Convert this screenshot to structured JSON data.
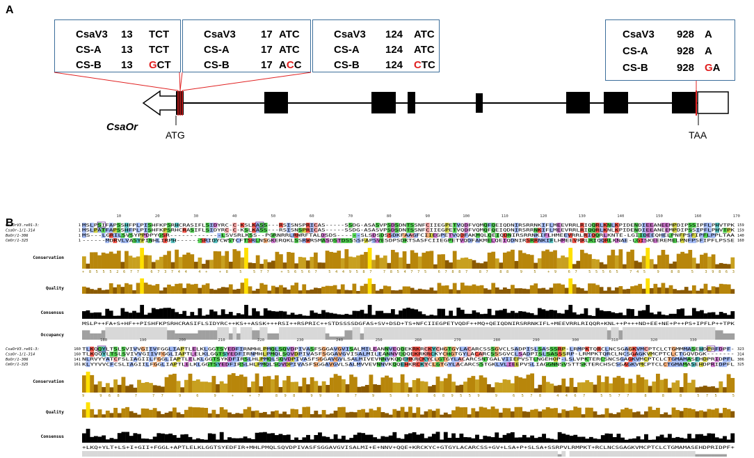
{
  "panel_a": {
    "label": "A",
    "boxes": [
      {
        "rows": [
          {
            "name": "CsaV3",
            "pos": "13",
            "seq": [
              {
                "t": "TCT",
                "mut": false
              }
            ]
          },
          {
            "name": "CS-A",
            "pos": "13",
            "seq": [
              {
                "t": "TCT",
                "mut": false
              }
            ]
          },
          {
            "name": "CS-B",
            "pos": "13",
            "seq": [
              {
                "t": "G",
                "mut": true
              },
              {
                "t": "CT",
                "mut": false
              }
            ]
          }
        ]
      },
      {
        "rows": [
          {
            "name": "CsaV3",
            "pos": "17",
            "seq": [
              {
                "t": "ATC",
                "mut": false
              }
            ]
          },
          {
            "name": "CS-A",
            "pos": "17",
            "seq": [
              {
                "t": "ATC",
                "mut": false
              }
            ]
          },
          {
            "name": "CS-B",
            "pos": "17",
            "seq": [
              {
                "t": "A",
                "mut": false
              },
              {
                "t": "C",
                "mut": true
              },
              {
                "t": "C",
                "mut": false
              }
            ]
          }
        ]
      },
      {
        "rows": [
          {
            "name": "CsaV3",
            "pos": "124",
            "seq": [
              {
                "t": "ATC",
                "mut": false
              }
            ]
          },
          {
            "name": "CS-A",
            "pos": "124",
            "seq": [
              {
                "t": "ATC",
                "mut": false
              }
            ]
          },
          {
            "name": "CS-B",
            "pos": "124",
            "seq": [
              {
                "t": "C",
                "mut": true
              },
              {
                "t": "TC",
                "mut": false
              }
            ]
          }
        ]
      },
      {
        "rows": [
          {
            "name": "CsaV3",
            "pos": "928",
            "seq": [
              {
                "t": "A",
                "mut": false
              }
            ]
          },
          {
            "name": "CS-A",
            "pos": "928",
            "seq": [
              {
                "t": "A",
                "mut": false
              }
            ]
          },
          {
            "name": "CS-B",
            "pos": "928",
            "seq": [
              {
                "t": "G",
                "mut": true
              },
              {
                "t": "A",
                "mut": false
              }
            ]
          }
        ]
      }
    ],
    "gene_name": "CsaOr",
    "start_codon": "ATG",
    "stop_codon": "TAA",
    "colors": {
      "box_border": "#3a6d9a",
      "snp_red": "#e02020",
      "exon": "#000000"
    }
  },
  "panel_b": {
    "label": "B",
    "blocks": [
      {
        "ruler": [
          "10",
          "20",
          "30",
          "40",
          "50",
          "60",
          "70",
          "80",
          "90",
          "100",
          "110",
          "120",
          "130",
          "140",
          "150",
          "160",
          "170"
        ],
        "seqs": [
          {
            "name": "CsaOrV3.re01-3:",
            "start": "1",
            "seq": "MSLPSIFAPSSHFPLPISHFKPSRHCRASIFLSIDYRC-C-KSLKASS---RSISNSPRICAS-----SSDG-ASASVPSDSDNTSSNFCIIEGPETVQDFVQMQFQEIQDNIRSRRNKIFLMEEVRRLRIQQRLKNLKPIDENDIEEANEEMPDIPSSIPFLPHVTPK",
            "end": "159"
          },
          {
            "name": "CsaOr-1/1-314",
            "start": "1",
            "seq": "MSLPATFAPSSHFPLPISHFKPSRHCRASIFLSIDYRC-C-KSLKASS---RSISNSPRICAS-----SSDG-ASASVPSDSDNTSSNFCIIEGPETVQDFVQMQFQEIQDNIRSRRNKIFLMEEVRRLRIQQRLKNLKPIDENDIEEANEEMPDIPSSIPFLPHVTPK",
            "end": "159"
          },
          {
            "name": "BoOr/1-306",
            "start": "1",
            "seq": "MS---LGRILSVSYPPDPYGSR-------------LSVSRLKSS--PGRNRRLRWRFTALDSDS------SLSDSDSSDKFAAGFCIIEGPETVQDFAKMQLQEIQDNIRSRRNKIFLHMEEVRRLRIQQRLKNTE-LGIIDEEQHELPNFPSFIPFLPPLTAA",
            "end": "140"
          },
          {
            "name": "CmOr/1-325",
            "start": "1",
            "seq": "------MDRVLVASYPINHLIRPH------SRIDYCWSTCFTSRLNSGKERQKLSSRWRSMASDSTDSSSSFAPSVESDPSDKTSASFCIIEGPETVQDFAKMELQEIQDNIRSRRNKIFLHMEEVRRLRIQQRLKNAE-LGISKEEREMELPNFPSFIPFLPSSE",
            "end": "160"
          }
        ],
        "conservation_digits": "+85552677 673744 4+ +8 5 577 +56567 5449587 7854775 67887 87 88 9 5 +9 67 55565 745 9 88 5 39863",
        "consensus": "MSLP++FA+S+HF++PISHFKPSRHCRASIFLSIDYRC++KS++ASSK+++RSI++RSPRIC++STDSSSSDGFAS+SV+DSD+TS+NFCIIEGPETVQDF++MQ+QEIQDNIRSRRNKIFL+MEEVRRLRIQQR+KNL++P+++ND+EE+NE+P++PS+IPFLP++TPK"
      },
      {
        "ruler": [
          "180",
          "190",
          "200",
          "210",
          "220",
          "230",
          "240",
          "250",
          "260",
          "270",
          "280",
          "290",
          "300",
          "310",
          "320",
          "330"
        ],
        "seqs": [
          {
            "name": "CsaOrV3.re01-3:",
            "start": "160",
            "seq": "TLKQQYLTSLSVIVVGIIVFGGLIAPTLELKLGGTSYEDFIRNMHLPMQLSQVDPIVASFSGGAVGVISALMILEANNVEQQEKRKRCKYCHGTGYLACARCSSSGVCLSADPISLSASSSRP-LRMPKTQRCLNCSGAGKVMCPTCLCTGMMMASEHDPRFDPF-",
            "end": "323"
          },
          {
            "name": "CsaOr-1/1-314",
            "start": "160",
            "seq": "TLKQQYLTSLSVIVVGIIVFGGLIAPTLELKLGGTSYEDFIRNMHLPMQLSQVDPIVASFSGGAVGVISALMILEANNVEQQEKRKRCKYCHGTGYLACARCSSSGVCLSADPISLSASSSRP-LRMPKTQRCLNCSGAGKVMCPTCLCTGQVDGK-------",
            "end": "314"
          },
          {
            "name": "BoOr/1-306",
            "start": "141",
            "seq": "NLRVYYATCFSLIAGIILFGGLIAPTLELKLGGTSYKDFIRSLHLPMQLSQVDPIVASFSGGAVGVLSALMIVEVNNVKQQEHKRCKYCLGTGYLACARCSNTGALVIIEPVSTLNGEHOP-LSLVPKTERCSNCSGAGKVMCPTCLCTGMAMASEHDPRIDPFL",
            "end": "306"
          },
          {
            "name": "CmOr/1-325",
            "start": "161",
            "seq": "KLYYVVCFCSLIAGIILFGGLIAPTLELKLGGTSYEDFIRSLHLPMQLSQVDPIVASFSGGAVGVLSALMVVEVNNVKQQEHKRCKYCLGTGYLACARCSSTGKLVLIEEPVSLIAGGNNSVSTTSKTERCHSCSGAGKVMCPTCLCTGMAMASEHDPRIDPFL",
            "end": "325"
          }
        ],
        "conservation_digits": "9 968 7 77 9 6 9 + +7 898 99 8 7 9 5 98 689559 9 6578 4467 5577 8 8 8 575 5",
        "consensus": "+LKQ+YLT+LS+I+GII+FGGL+APTLELKLGGTSYEDFIR+MHLPMQLSQVDPIVASFSGGAVGVISALMI+E+NNV+QQE+KRCKYC+GTGYLACARCSS+GV+LSA+P+SLSA+SSRPVLRMPKT+RCLNCSGAGKVMCPTCLCTGMAMASEHDPRIDPF+"
      }
    ],
    "track_labels": {
      "conservation": "Conservation",
      "quality": "Quality",
      "consensus": "Consensus",
      "occupancy": "Occupancy"
    }
  }
}
